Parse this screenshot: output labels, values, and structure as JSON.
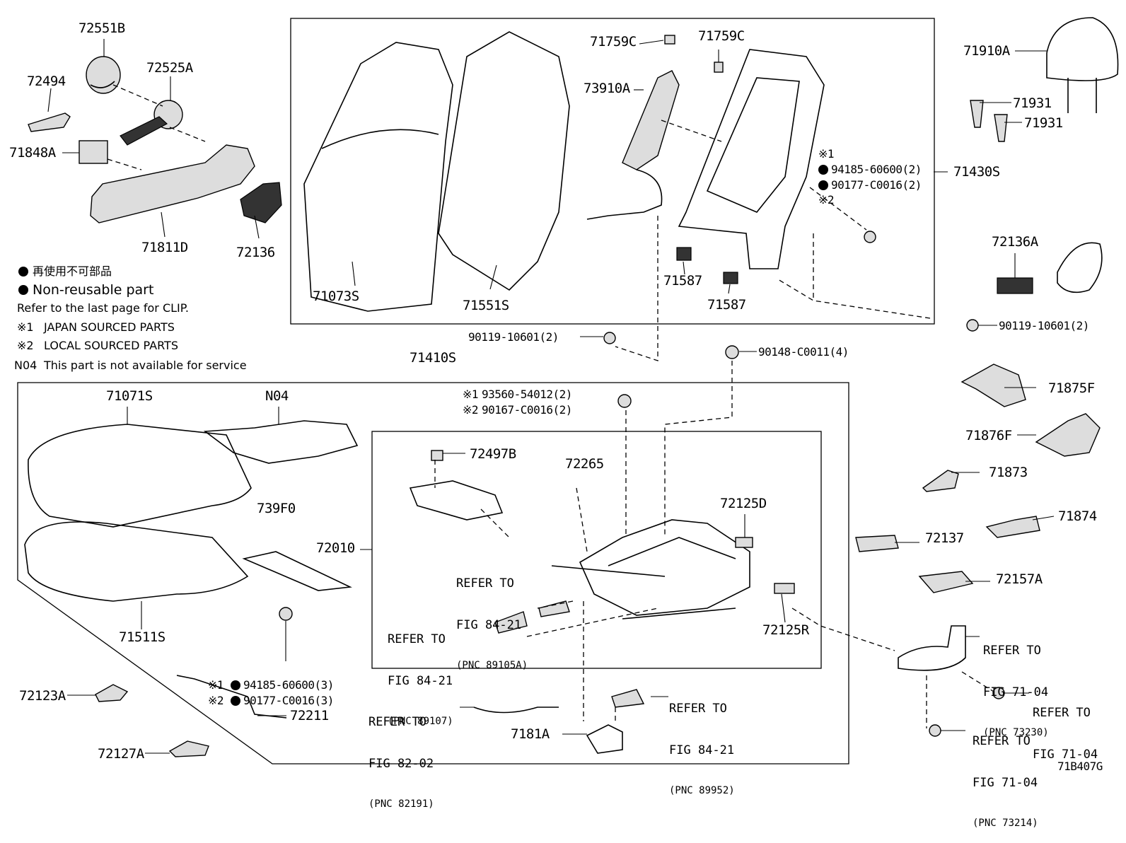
{
  "diagram_code": "71B407G",
  "legend": {
    "jp_text": "再使用不可部品",
    "non_reusable": "Non-reusable part",
    "refer_clip": "Refer to the last page for CLIP.",
    "japan_mark": "※1",
    "japan_sourced": "JAPAN SOURCED PARTS",
    "local_mark": "※2",
    "local_sourced": "LOCAL SOURCED PARTS",
    "n04_code": "N04",
    "n04_text": "This part is not available for service"
  },
  "parts": {
    "p72551B": "72551B",
    "p72494": "72494",
    "p72525A": "72525A",
    "p71848A": "71848A",
    "p71811D": "71811D",
    "p72136": "72136",
    "p71073S": "71073S",
    "p71551S": "71551S",
    "p71759C_a": "71759C",
    "p71759C_b": "71759C",
    "p73910A": "73910A",
    "p71587_a": "71587",
    "p71587_b": "71587",
    "p94185_6060_2": "94185-60600(2)",
    "p90177_C0016_2": "90177-C0016(2)",
    "mark1_a": "※1",
    "mark2_a": "※2",
    "p71430S": "71430S",
    "p71910A": "71910A",
    "p71931_a": "71931",
    "p71931_b": "71931",
    "p72136A": "72136A",
    "p90119_10601_r": "90119-10601(2)",
    "p90119_10601_c": "90119-10601(2)",
    "p90148_C0011": "90148-C0011(4)",
    "p71410S": "71410S",
    "p71071S": "71071S",
    "pN04": "N04",
    "p93560": "93560-54012(2)",
    "p90167": "90167-C0016(2)",
    "mark1_b": "※1",
    "mark2_b": "※2",
    "p72497B": "72497B",
    "p72265": "72265",
    "p72125D": "72125D",
    "p72125R": "72125R",
    "p739F0": "739F0",
    "p72010": "72010",
    "p71511S": "71511S",
    "p94185_6060_3": "94185-60600(3)",
    "p90177_C0016_3": "90177-C0016(3)",
    "mark1_c": "※1",
    "mark2_c": "※2",
    "p72123A": "72123A",
    "p72211": "72211",
    "p72127A": "72127A",
    "p7181A": "7181A",
    "p71875F": "71875F",
    "p71876F": "71876F",
    "p71873": "71873",
    "p71874": "71874",
    "p72137": "72137",
    "p72157A": "72157A"
  },
  "refs": {
    "r1_l1": "REFER TO",
    "r1_l2": "FIG 84-21",
    "r1_l3": "(PNC 89105A)",
    "r2_l1": "REFER TO",
    "r2_l2": "FIG 84-21",
    "r2_l3": "(PNC 89107)",
    "r3_l1": "REFER TO",
    "r3_l2": "FIG 82-02",
    "r3_l3": "(PNC 82191)",
    "r4_l1": "REFER TO",
    "r4_l2": "FIG 84-21",
    "r4_l3": "(PNC 89952)",
    "r5_l1": "REFER TO",
    "r5_l2": "FIG 71-04",
    "r5_l3": "(PNC 73230)",
    "r6_l1": "REFER TO",
    "r6_l2": "FIG 71-04",
    "r7_l1": "REFER TO",
    "r7_l2": "FIG 71-04",
    "r7_l3": "(PNC 73214)"
  }
}
